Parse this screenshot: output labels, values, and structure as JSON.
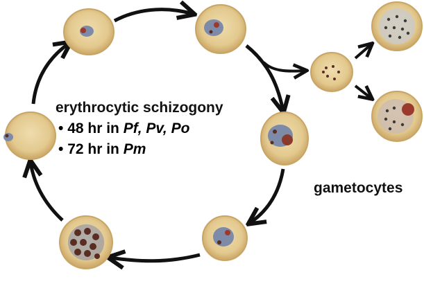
{
  "diagram": {
    "title": "erythrocytic schizogony",
    "bullets": [
      {
        "marker": "•",
        "prefix": "48 hr in ",
        "species": "Pf, Pv, Po"
      },
      {
        "marker": "•",
        "prefix": "72 hr in ",
        "species": "Pm"
      }
    ],
    "side_label": "gametocytes",
    "stages": [
      {
        "name": "merozoite-entry",
        "kind": "cell"
      },
      {
        "name": "early-ring",
        "kind": "cell"
      },
      {
        "name": "ring",
        "kind": "cell"
      },
      {
        "name": "trophozoite",
        "kind": "cell"
      },
      {
        "name": "late-trophozoite",
        "kind": "cell"
      },
      {
        "name": "schizont",
        "kind": "cell"
      },
      {
        "name": "gametocyte-precursor",
        "kind": "cell"
      },
      {
        "name": "gametocyte-1",
        "kind": "cell"
      },
      {
        "name": "gametocyte-2",
        "kind": "cell"
      }
    ],
    "colors": {
      "cell_fill": "#e6cf9b",
      "cell_rim": "#c9a565",
      "parasite_blue": "#7d8aa8",
      "pigment_dark": "#5a2d23",
      "chromatin_red": "#9b3a2c",
      "arrow": "#111111",
      "text": "#111111"
    }
  }
}
